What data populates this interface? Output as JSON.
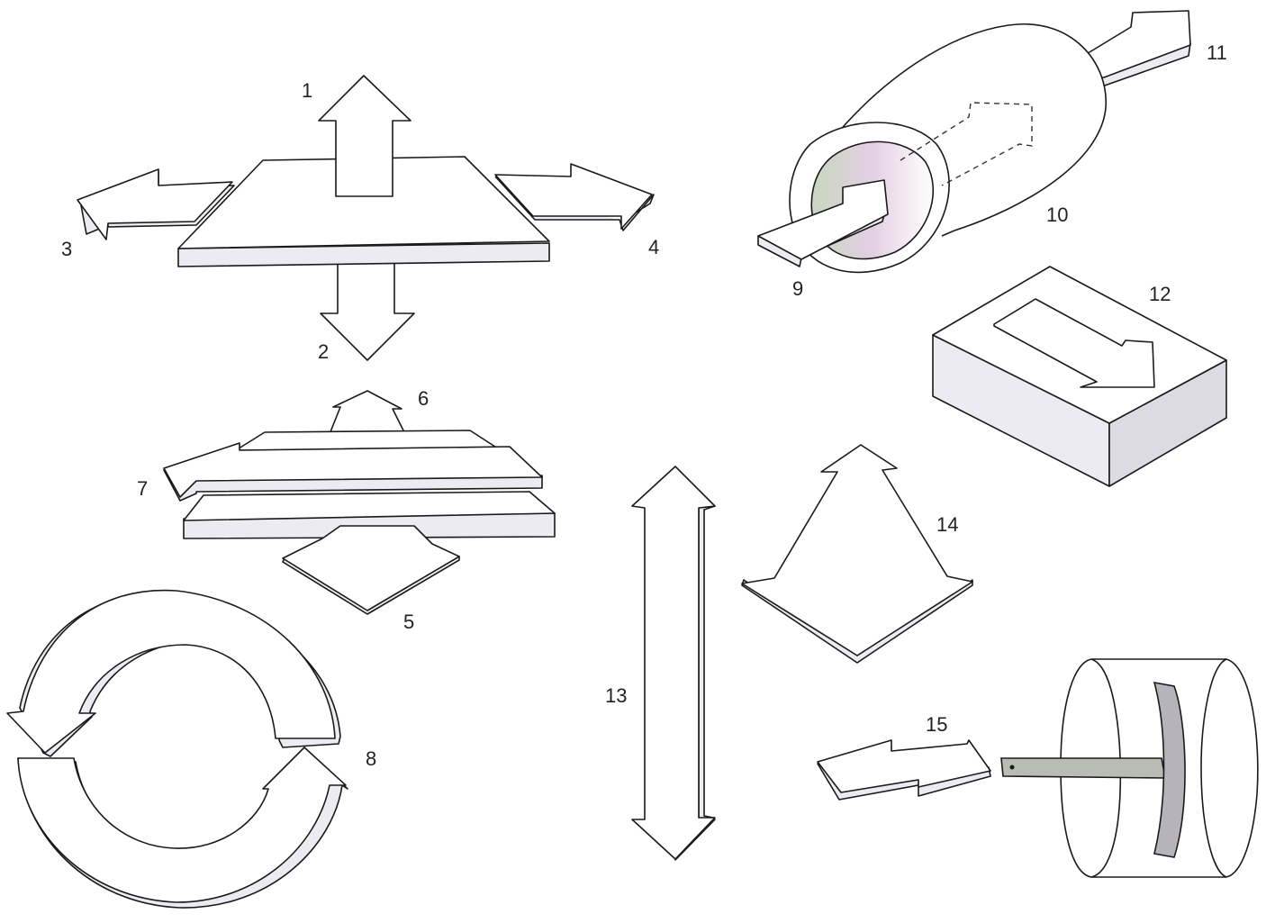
{
  "labels": {
    "l1": "1",
    "l2": "2",
    "l3": "3",
    "l4": "4",
    "l5": "5",
    "l6": "6",
    "l7": "7",
    "l8": "8",
    "l9": "9",
    "l10": "10",
    "l11": "11",
    "l12": "12",
    "l13": "13",
    "l14": "14",
    "l15": "15"
  },
  "colors": {
    "stroke": "#1a1a1a",
    "face": "#ffffff",
    "shade": "#ecebf1",
    "tint": "#c9c3dc"
  }
}
